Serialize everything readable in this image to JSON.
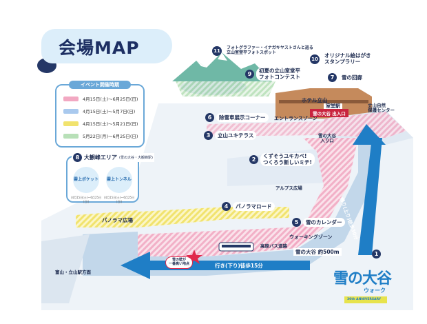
{
  "header": {
    "title": "会場MAP"
  },
  "legend": {
    "title": "イベント開催時期",
    "rows": [
      {
        "color": "#f2a8c2",
        "text": "4月15日(土)〜6月25日(日)"
      },
      {
        "color": "#a9c9ee",
        "text": "4月15日(土)〜5月7日(日)"
      },
      {
        "color": "#f1e36e",
        "text": "4月15日(土)〜5月21日(日)"
      },
      {
        "color": "#b8e0b8",
        "text": "5月22日(月)〜6月25日(日)"
      }
    ]
  },
  "area8": {
    "number": "8",
    "title": "大観峰エリア",
    "subtitle": "(雪の大谷・大観峰駅)",
    "items": [
      {
        "label": "雲上ポケット",
        "caption": "(4月15日(土)〜6月25日(日))"
      },
      {
        "label": "雲上トンネル",
        "caption": "(4月15日(土)〜6月25日(日))"
      }
    ]
  },
  "spots": [
    {
      "number": "11",
      "text": "フォトグラファー・イナガキヤストさんと巡る\n立山室堂平フォトスポット"
    },
    {
      "number": "9",
      "text": "初夏の立山室堂平\nフォトコンテスト"
    },
    {
      "number": "10",
      "text": "オリジナル絵はがき\nスタンプラリー"
    },
    {
      "number": "7",
      "text": "雪の回廊"
    },
    {
      "number": "6",
      "text": "除雪車展示コーナー"
    },
    {
      "number": "3",
      "text": "立山ユキテラス"
    },
    {
      "number": "2",
      "text": "くずそうユキカベ!\nつくろう新しいミチ!"
    },
    {
      "number": "4",
      "text": "パノラマロード"
    },
    {
      "number": "5",
      "text": "雪のカレンダー"
    },
    {
      "number": "1",
      "text": "雪の大谷ウォーク"
    }
  ],
  "places": {
    "hotel": "ホテル立山",
    "station": "室堂駅",
    "exit": "雪の大谷 出入口",
    "nature_center": "立山自然\n保護センター",
    "entrance_zone": "エントランスゾーン",
    "otani_entrance": "雪の大谷\n入り口",
    "alps": "アルプス広場",
    "panorama": "パノラマ広場",
    "walking_zone": "ウォーキングゾーン",
    "bus_road": "高原バス道路",
    "toyama": "富山・立山駅方面",
    "highest_wall": "雪の壁が\n一番高い地点"
  },
  "routes": {
    "return": "帰り(上り)徒歩30分",
    "go": "行き(下り)徒歩15分",
    "length": "雪の大谷 約500m"
  },
  "logo": {
    "main": "雪の大谷",
    "sub": "ウォーク",
    "anniversary": "30th ANNIVERSARY"
  },
  "colors": {
    "navy": "#243766",
    "blue": "#1f7ec6",
    "pink": "#f2a8c2",
    "yellow": "#f1e36e",
    "green": "#b8e0b8",
    "light_blue": "#a9c9ee",
    "red": "#c9243f"
  }
}
